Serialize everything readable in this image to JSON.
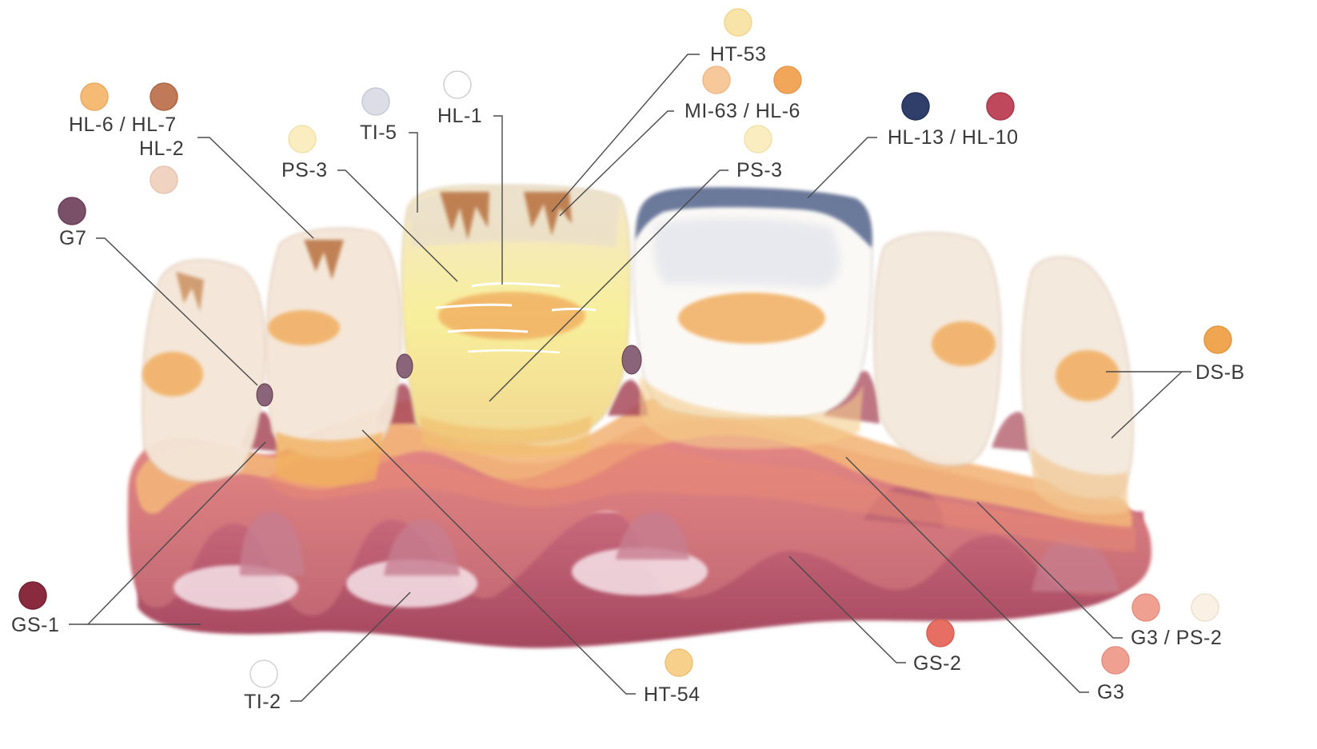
{
  "labels": {
    "ht53": "HT-53",
    "mi63": "MI-63 / HL-6",
    "hl13": "HL-13 / HL-10",
    "hl1": "HL-1",
    "ti5": "TI-5",
    "hl6": "HL-6 / HL-7",
    "hl2": "HL-2",
    "ps3a": "PS-3",
    "ps3b": "PS-3",
    "g7": "G7",
    "dsb": "DS-B",
    "gs1": "GS-1",
    "ti2": "TI-2",
    "ht54": "HT-54",
    "gs2": "GS-2",
    "g3ps2": "G3 / PS-2",
    "g3": "G3"
  },
  "swatch_colors": {
    "HT-53": "#f8e3a8",
    "MI-63": "#f6c89a",
    "HL-6": "#f2a65a",
    "HL-7": "#c07a58",
    "HL-2": "#f1d3c2",
    "HL-13": "#2f3f6a",
    "HL-10": "#c0485c",
    "HL-1": "#ffffff",
    "TI-5": "#dcdde6",
    "PS-3": "#faedc0",
    "G7": "#7a5068",
    "DS-B": "#f0a650",
    "GS-1": "#8a2a3e",
    "TI-2": "#ffffff",
    "HT-54": "#f7d08c",
    "GS-2": "#e66e62",
    "G3": "#f0a090",
    "PS-2": "#faf0e4"
  }
}
